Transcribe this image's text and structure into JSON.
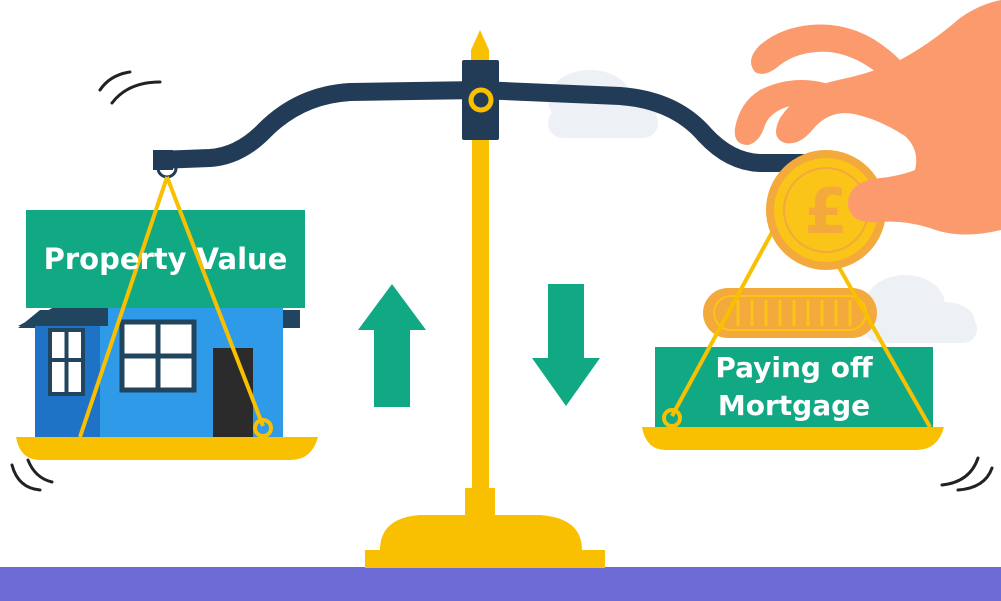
{
  "left_pan": {
    "label": "Property Value"
  },
  "right_pan": {
    "line1": "Paying off",
    "line2": "Mortgage"
  },
  "coin": {
    "symbol": "£"
  },
  "colors": {
    "green": "#11a884",
    "house_blue": "#2f9be8",
    "house_dark_blue": "#1f73c6",
    "roof_navy": "#21455e",
    "beam_navy": "#223c57",
    "gold": "#f8c000",
    "coin_gold": "#fac418",
    "coin_orange": "#f3a93b",
    "hand": "#fb9b6d",
    "ground": "#6e6bd7",
    "cloud": "#edf0f4"
  },
  "icons": [
    "arrow-up-icon",
    "arrow-down-icon",
    "pound-coin-icon",
    "house-icon",
    "hand-icon",
    "cloud-icon"
  ]
}
